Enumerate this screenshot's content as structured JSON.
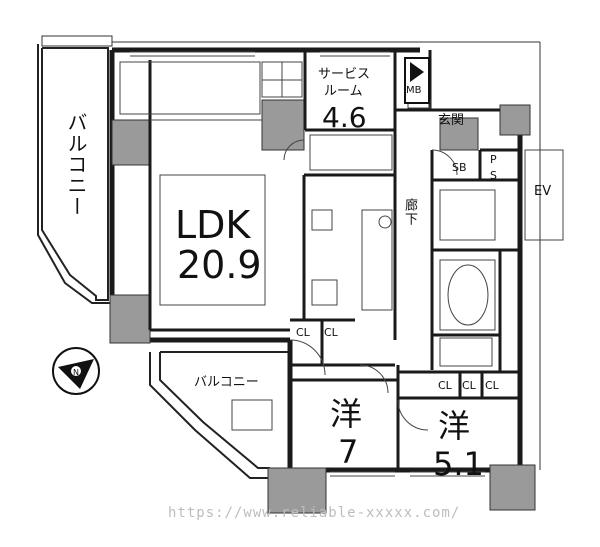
{
  "rooms": {
    "service_room": {
      "name": "サービス\nルーム",
      "name_line1": "サービス",
      "name_line2": "ルーム",
      "size": "4.6"
    },
    "ldk": {
      "name": "LDK",
      "size": "20.9"
    },
    "balcony_left": {
      "name": "バルコニー"
    },
    "balcony_lower": {
      "name": "バルコニー"
    },
    "room_west": {
      "name": "洋",
      "size": "7"
    },
    "room_east": {
      "name": "洋",
      "size": "5.1"
    },
    "entrance": {
      "name": "玄関"
    },
    "corridor": {
      "name": "廊下"
    }
  },
  "fixtures": {
    "mb": "MB",
    "sb": "SB",
    "ps_line1": "P",
    "ps_line2": "S",
    "ev": "EV",
    "closets": [
      "CL",
      "CL",
      "CL",
      "CL",
      "CL"
    ]
  },
  "watermark": "https://www.reliable-xxxxx.com/",
  "colors": {
    "wall": "#1a1a1a",
    "pillar": "#9a9a9a",
    "line": "#333333"
  }
}
